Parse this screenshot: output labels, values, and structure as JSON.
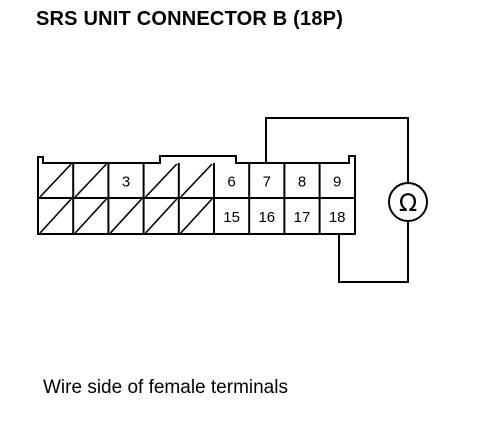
{
  "title": "SRS UNIT CONNECTOR B (18P)",
  "caption": "Wire side of female terminals",
  "meter_symbol": "Ω",
  "connector": {
    "top_row": [
      "",
      "",
      "3",
      "",
      "",
      "6",
      "7",
      "8",
      "9"
    ],
    "bottom_row": [
      "",
      "",
      "",
      "",
      "",
      "15",
      "16",
      "17",
      "18"
    ],
    "hatched_top": [
      0,
      1,
      3,
      4
    ],
    "hatched_bottom": [
      0,
      1,
      2,
      3,
      4
    ],
    "probe_terminals": [
      "7",
      "18"
    ]
  }
}
